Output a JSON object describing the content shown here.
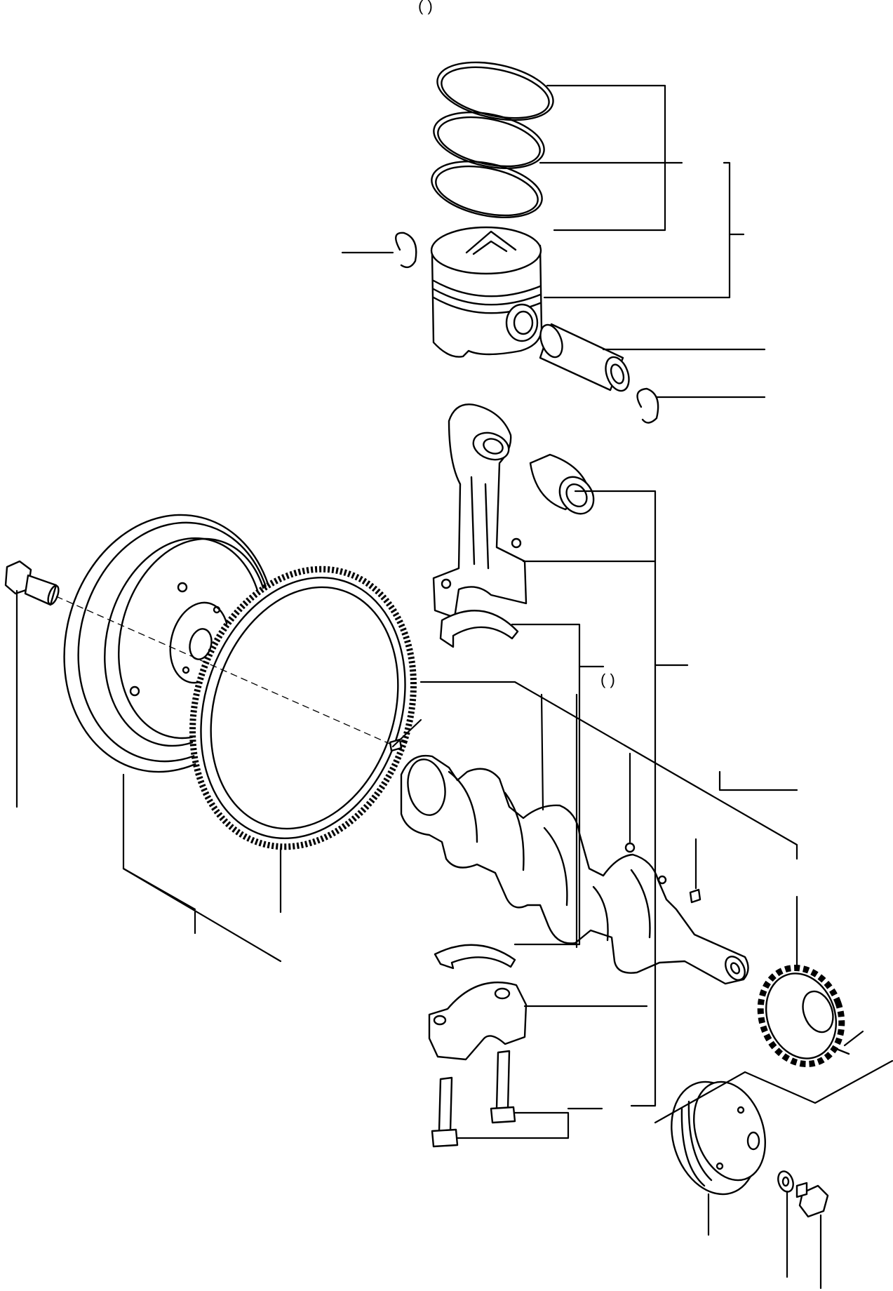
{
  "diagram": {
    "type": "exploded parts diagram",
    "header_fragment": "( )",
    "group_bracket_label": "( )",
    "parts": [
      "piston-ring-top",
      "piston-ring-second",
      "piston-ring-oil",
      "piston",
      "piston-pin-snap-ring",
      "piston-pin",
      "connecting-rod-bushing",
      "connecting-rod",
      "connecting-rod-bearing-upper",
      "connecting-rod-bearing-lower",
      "connecting-rod-cap",
      "connecting-rod-bolt",
      "flywheel",
      "flywheel-bolt",
      "ring-gear",
      "dowel-pin",
      "crankshaft",
      "crankshaft-key",
      "crankshaft-plug",
      "crankshaft-gear",
      "crankshaft-pulley",
      "washer",
      "pulley-bolt"
    ]
  }
}
